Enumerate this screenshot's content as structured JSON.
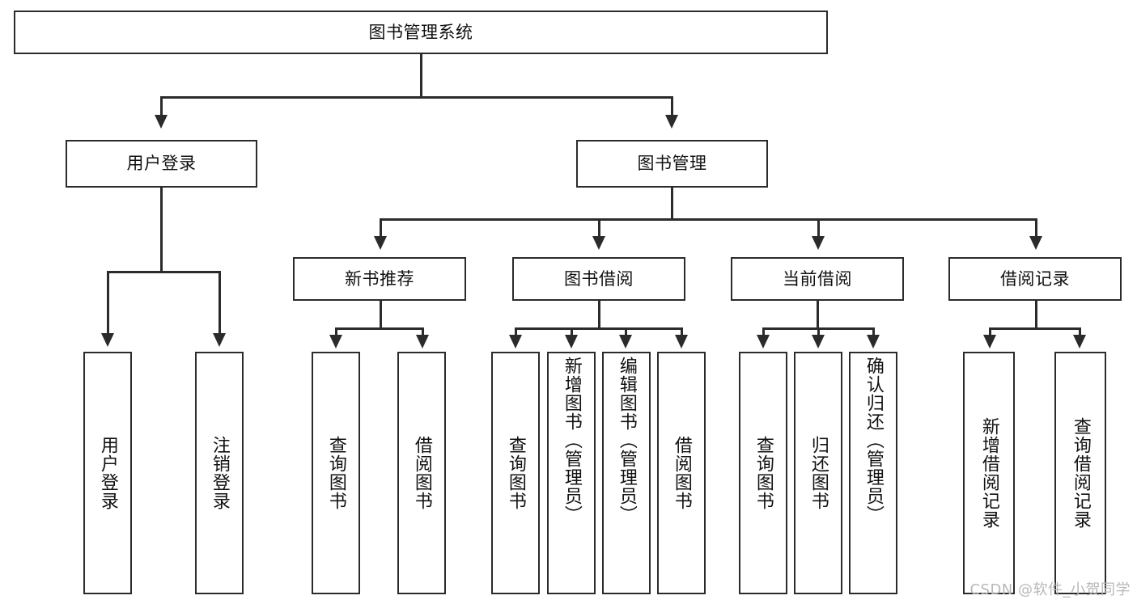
{
  "diagram": {
    "type": "tree-hierarchy",
    "title": "图书管理系统",
    "watermark": "CSDN @软件_小贺同学",
    "colors": {
      "stroke": "#2b2b2b",
      "fill": "#ffffff",
      "text": "#111111",
      "watermark": "#b8b8b8"
    },
    "root": {
      "label": "图书管理系统"
    },
    "level2": [
      {
        "label": "用户登录"
      },
      {
        "label": "图书管理"
      }
    ],
    "level3": [
      {
        "label": "新书推荐"
      },
      {
        "label": "图书借阅"
      },
      {
        "label": "当前借阅"
      },
      {
        "label": "借阅记录"
      }
    ],
    "leaves": {
      "user_login": [
        {
          "label": "用户登录"
        },
        {
          "label": "注销登录"
        }
      ],
      "new_book_recommend": [
        {
          "label": "查询图书"
        },
        {
          "label": "借阅图书"
        }
      ],
      "book_borrow": [
        {
          "label": "查询图书"
        },
        {
          "label": "新增图书（管理员）"
        },
        {
          "label": "编辑图书（管理员）"
        },
        {
          "label": "借阅图书"
        }
      ],
      "current_borrow": [
        {
          "label": "查询图书"
        },
        {
          "label": "归还图书"
        },
        {
          "label": "确认归还（管理员）"
        }
      ],
      "borrow_record": [
        {
          "label": "新增借阅记录"
        },
        {
          "label": "查询借阅记录"
        }
      ]
    }
  }
}
